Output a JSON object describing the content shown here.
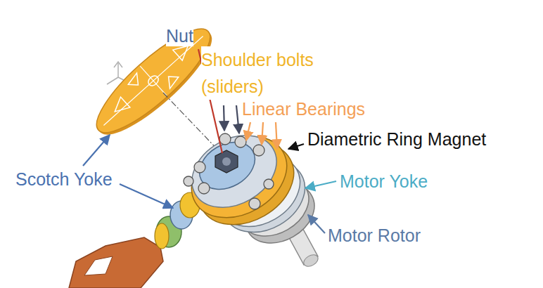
{
  "diagram": {
    "labels": [
      "Nut",
      "Shoulder bolts (sliders)",
      "Linear Bearings",
      "Diametric Ring Magnet",
      "Scotch Yoke",
      "Motor Yoke",
      "Motor Rotor"
    ]
  }
}
